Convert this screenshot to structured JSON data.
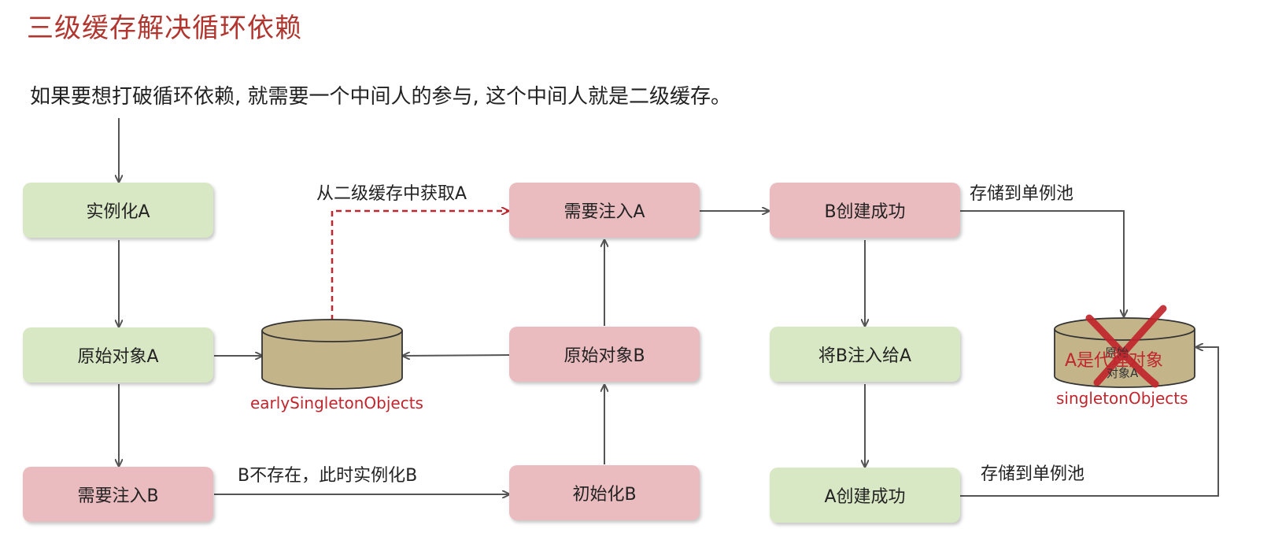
{
  "title": "三级缓存解决循环依赖",
  "subtitle": "如果要想打破循环依赖, 就需要一个中间人的参与, 这个中间人就是二级缓存。",
  "nodes": {
    "instantiate_a": "实例化A",
    "raw_a": "原始对象A",
    "inject_b": "需要注入B",
    "inject_a": "需要注入A",
    "raw_b": "原始对象B",
    "init_b": "初始化B",
    "b_created": "B创建成功",
    "inject_b_into_a": "将B注入给A",
    "a_created": "A创建成功"
  },
  "labels": {
    "get_from_l2": "从二级缓存中获取A",
    "b_not_exist": "B不存在，此时实例化B",
    "store_pool_1": "存储到单例池",
    "store_pool_2": "存储到单例池"
  },
  "caches": {
    "early": {
      "name": "earlySingletonObjects"
    },
    "singleton": {
      "name": "singletonObjects",
      "inner_line1": "原始",
      "inner_line2": "对象A",
      "overlay": "A是代理对象"
    }
  },
  "colors": {
    "green_box": "#d9e8c4",
    "pink_box": "#ebbcbf",
    "cylinder": "#c4b48a",
    "accent_red": "#c0262d",
    "arrow": "#555555"
  }
}
